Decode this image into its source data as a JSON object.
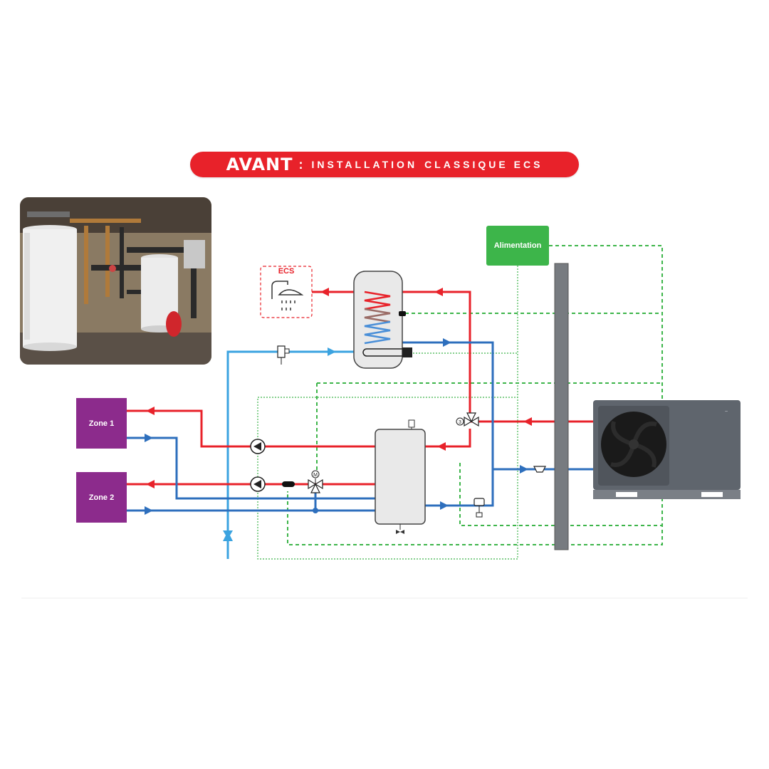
{
  "title": {
    "main": "AVANT",
    "separator": ":",
    "subtitle_part1": "INSTALLATION",
    "subtitle_part2": "CLASSIQUE ECS"
  },
  "labels": {
    "ecs": "ECS",
    "alimentation": "Alimentation",
    "zone1": "Zone 1",
    "zone2": "Zone 2",
    "valve_m": "M",
    "valve_3": "3"
  },
  "colors": {
    "title_red": "#e8222a",
    "hot_pipe": "#e8222a",
    "cold_pipe": "#2e6fbd",
    "supply_pipe": "#3ba3e0",
    "control_wire": "#3db54a",
    "zone_purple": "#8c2b8c",
    "alim_green": "#3db54a",
    "wall_gray": "#777b80",
    "heatpump_body": "#5f656d"
  },
  "icons": [
    "photo-installation",
    "shower-icon",
    "pump-icon",
    "three-way-valve-icon",
    "motorized-valve-icon",
    "expansion-vessel-icon",
    "air-vent-icon",
    "drain-valve-icon",
    "filter-icon",
    "heat-pump-unit",
    "fan-icon"
  ]
}
